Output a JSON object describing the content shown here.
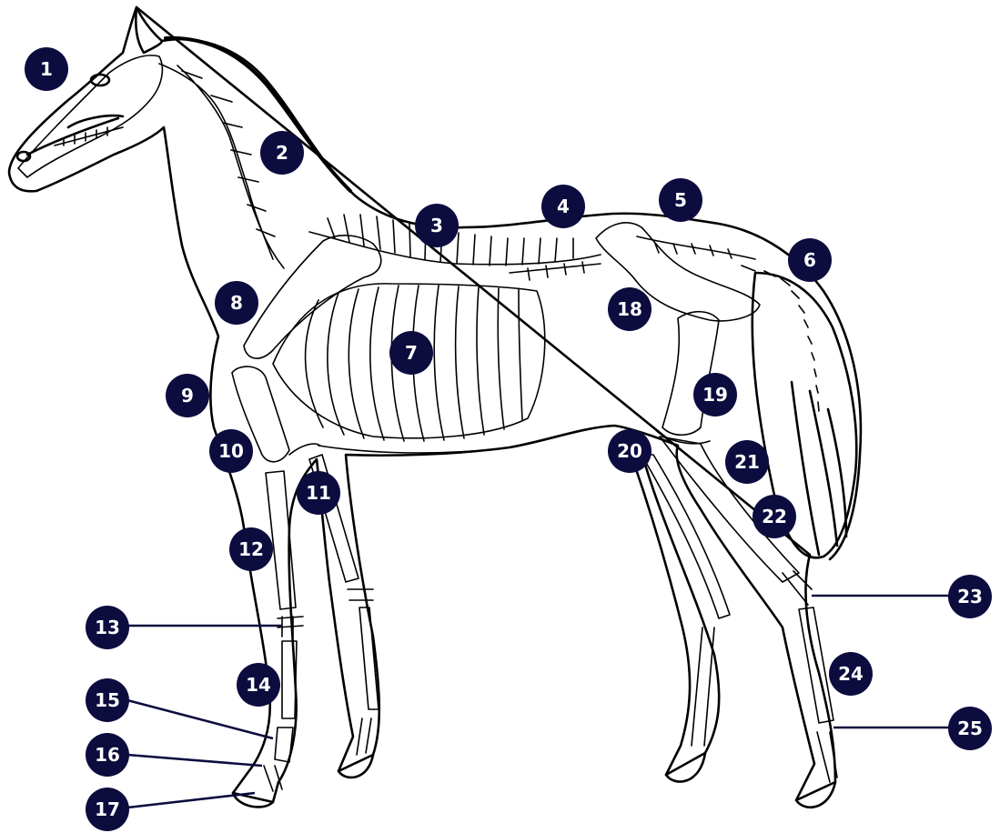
{
  "theme": {
    "marker_color": "#0c0c3f",
    "marker_text": "#ffffff",
    "line_color": "#000000"
  },
  "markers": [
    {
      "id": 1,
      "label": "1"
    },
    {
      "id": 2,
      "label": "2"
    },
    {
      "id": 3,
      "label": "3"
    },
    {
      "id": 4,
      "label": "4"
    },
    {
      "id": 5,
      "label": "5"
    },
    {
      "id": 6,
      "label": "6"
    },
    {
      "id": 7,
      "label": "7"
    },
    {
      "id": 8,
      "label": "8"
    },
    {
      "id": 9,
      "label": "9"
    },
    {
      "id": 10,
      "label": "10"
    },
    {
      "id": 11,
      "label": "11"
    },
    {
      "id": 12,
      "label": "12"
    },
    {
      "id": 13,
      "label": "13"
    },
    {
      "id": 14,
      "label": "14"
    },
    {
      "id": 15,
      "label": "15"
    },
    {
      "id": 16,
      "label": "16"
    },
    {
      "id": 17,
      "label": "17"
    },
    {
      "id": 18,
      "label": "18"
    },
    {
      "id": 19,
      "label": "19"
    },
    {
      "id": 20,
      "label": "20"
    },
    {
      "id": 21,
      "label": "21"
    },
    {
      "id": 22,
      "label": "22"
    },
    {
      "id": 23,
      "label": "23"
    },
    {
      "id": 24,
      "label": "24"
    },
    {
      "id": 25,
      "label": "25"
    }
  ]
}
